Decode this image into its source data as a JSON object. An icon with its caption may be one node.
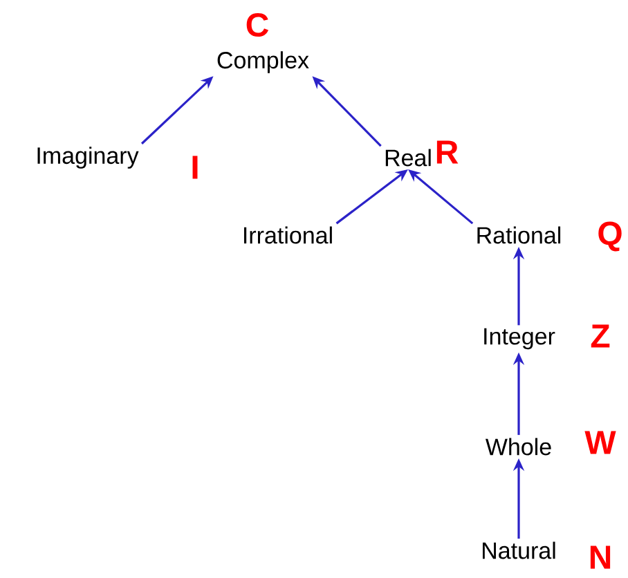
{
  "diagram": {
    "nodes": [
      {
        "text": [
          "Complex"
        ],
        "beside": [
          "C"
        ]
      },
      {
        "text": [
          "Imaginary"
        ],
        "beside": [
          "I"
        ]
      },
      {
        "text": [
          "Real"
        ],
        "beside": [
          "R"
        ]
      },
      {
        "text": [
          "Irrational"
        ]
      },
      {
        "text": [
          "Rational"
        ],
        "beside": [
          "Q"
        ]
      },
      {
        "text": [
          "Integer"
        ],
        "beside": [
          "Z"
        ]
      },
      {
        "text": [
          "Whole"
        ],
        "beside": [
          "W"
        ]
      },
      {
        "text": [
          "Natural"
        ],
        "beside": [
          "N"
        ]
      }
    ],
    "edges": [
      {
        "from": 1,
        "to": 0,
        "arrow": "to"
      },
      {
        "from": 2,
        "to": 0,
        "arrow": "to"
      },
      {
        "from": 3,
        "to": 2,
        "arrow": "to"
      },
      {
        "from": 4,
        "to": 2,
        "arrow": "to"
      },
      {
        "from": 5,
        "to": 4,
        "arrow": "to"
      },
      {
        "from": 6,
        "to": 5,
        "arrow": "to"
      },
      {
        "from": 7,
        "to": 6,
        "arrow": "to"
      }
    ]
  }
}
